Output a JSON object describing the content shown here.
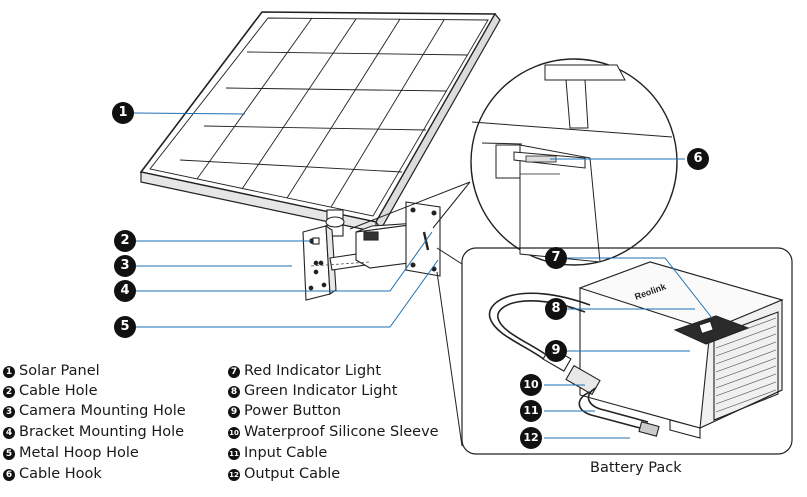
{
  "callouts": {
    "c1": "1",
    "c2": "2",
    "c3": "3",
    "c4": "4",
    "c5": "5",
    "c6": "6",
    "c7": "7",
    "c8": "8",
    "c9": "9",
    "c10": "10",
    "c11": "11",
    "c12": "12"
  },
  "legend_left": [
    {
      "num": "1",
      "label": "Solar Panel"
    },
    {
      "num": "2",
      "label": "Cable Hole"
    },
    {
      "num": "3",
      "label": "Camera Mounting Hole"
    },
    {
      "num": "4",
      "label": "Bracket Mounting Hole"
    },
    {
      "num": "5",
      "label": "Metal Hoop Hole"
    },
    {
      "num": "6",
      "label": "Cable Hook"
    }
  ],
  "legend_right": [
    {
      "num": "7",
      "label": "Red Indicator Light"
    },
    {
      "num": "8",
      "label": "Green Indicator Light"
    },
    {
      "num": "9",
      "label": "Power Button"
    },
    {
      "num": "10",
      "label": "Waterproof Silicone Sleeve"
    },
    {
      "num": "11",
      "label": "Input Cable"
    },
    {
      "num": "12",
      "label": "Output Cable"
    }
  ],
  "battery_caption": "Battery Pack",
  "battery_brand": "Reolink",
  "colors": {
    "leader_line": "#1f6fb2",
    "outline": "#222222",
    "callout_fill": "#111111"
  }
}
